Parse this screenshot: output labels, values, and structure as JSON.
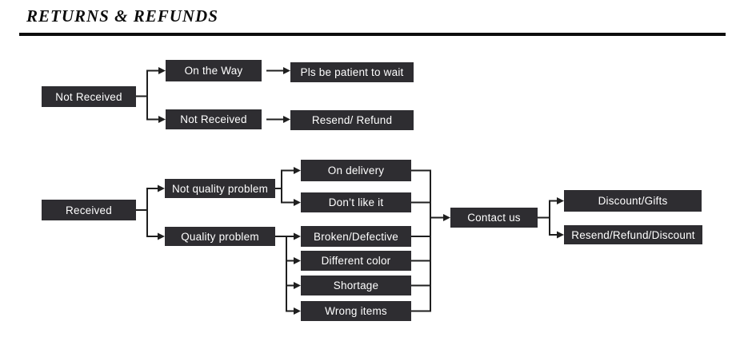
{
  "title": "RETURNS & REFUNDS",
  "colors": {
    "box_background": "#2e2d31",
    "box_text": "#ffffff",
    "line": "#1f1f1f",
    "title_text": "#0d0d0d"
  },
  "flow_not_received": {
    "root": "Not Received",
    "branches": [
      {
        "status": "On the Way",
        "action": "Pls be patient to wait"
      },
      {
        "status": "Not Received",
        "action": "Resend/ Refund"
      }
    ]
  },
  "flow_received": {
    "root": "Received",
    "not_quality": {
      "label": "Not quality problem",
      "cases": [
        "On delivery",
        "Don’t like it"
      ]
    },
    "quality": {
      "label": "Quality problem",
      "cases": [
        "Broken/Defective",
        "Different color",
        "Shortage",
        "Wrong items"
      ]
    },
    "contact": "Contact us",
    "resolutions": [
      "Discount/Gifts",
      "Resend/Refund/Discount"
    ]
  }
}
